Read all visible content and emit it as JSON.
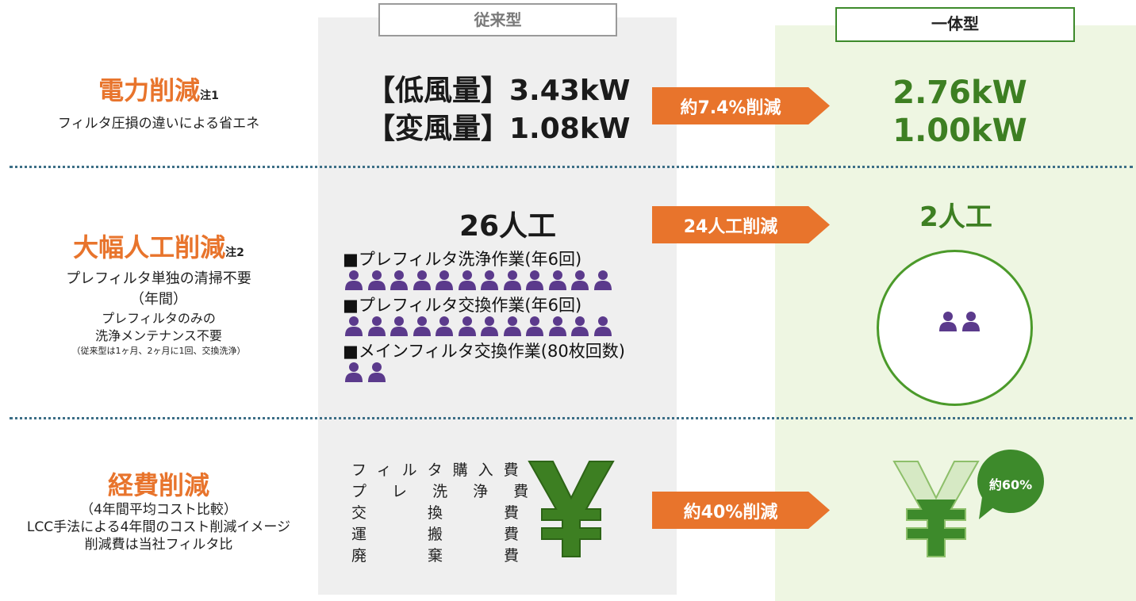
{
  "headers": {
    "conventional": "従来型",
    "integrated": "一体型"
  },
  "power": {
    "title": "電力削減",
    "note": "注1",
    "subtitle": "フィルタ圧損の違いによる省エネ",
    "conv_line1": "【低風量】3.43kW",
    "conv_line2": "【変風量】1.08kW",
    "arrow": "約7.4%削減",
    "int_line1": "2.76kW",
    "int_line2": "1.00kW"
  },
  "labor": {
    "title": "大幅人工削減",
    "note": "注2",
    "desc1": "プレフィルタ単独の清掃不要",
    "desc2": "（年間）",
    "desc3": "プレフィルタのみの",
    "desc4": "洗浄メンテナンス不要",
    "desc5": "（従来型は1ヶ月、2ヶ月に1回、交換洗浄）",
    "conv_total": "26人工",
    "tasks": [
      {
        "label": "■プレフィルタ洗浄作業(年6回)",
        "people": 12
      },
      {
        "label": "■プレフィルタ交換作業(年6回)",
        "people": 12
      },
      {
        "label": "■メインフィルタ交換作業(80枚回数)",
        "people": 2
      }
    ],
    "arrow": "24人工削減",
    "int_total": "2人工",
    "int_people": 2
  },
  "cost": {
    "title": "経費削減",
    "desc1": "（4年間平均コスト比較）",
    "desc2": "LCC手法による4年間のコスト削減イメージ",
    "desc3": "削減費は当社フィルタ比",
    "items": [
      "フィルタ購入費",
      "プ レ 洗 浄 費",
      "交　　換　　費",
      "運　　搬　　費",
      "廃　　棄　　費"
    ],
    "arrow": "約40%削減",
    "yen_symbol": "¥",
    "bubble": "約60%",
    "reduced_fraction": 0.4
  },
  "colors": {
    "orange": "#e8742c",
    "green": "#3d7f22",
    "purple": "#5b3a8c",
    "divider": "#3c6e86"
  },
  "icons": [
    "person-icon",
    "yen-icon",
    "speech-bubble-icon",
    "arrow-right-icon"
  ]
}
